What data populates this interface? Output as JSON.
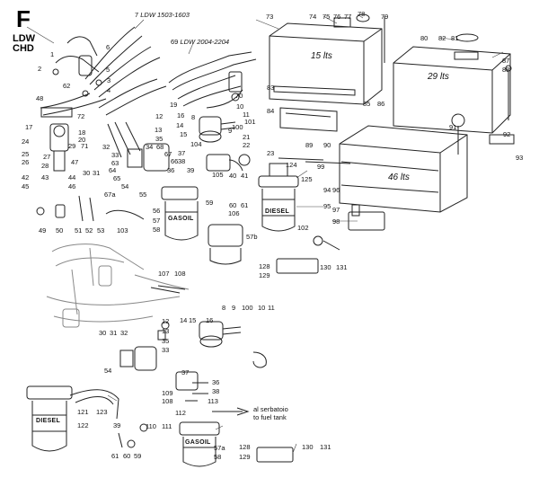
{
  "header": {
    "section_letter": "F",
    "model_line1": "LDW",
    "model_line2": "CHD"
  },
  "variants": {
    "ldw_1503_1603": "LDW 1503-1603",
    "ldw_2004_2204": "LDW 2004-2204"
  },
  "tanks": {
    "tank_15": "15 lts",
    "tank_29": "29 lts",
    "tank_46": "46 lts"
  },
  "brands": {
    "gasoil": "GASOIL",
    "diesel": "DIESEL"
  },
  "note": {
    "line1": "al serbatoio",
    "line2": "to fuel tank"
  },
  "part_numbers": [
    "1",
    "2",
    "3",
    "4",
    "5",
    "6",
    "7",
    "8",
    "9",
    "10",
    "11",
    "12",
    "13",
    "14",
    "15",
    "16",
    "17",
    "18",
    "19",
    "20",
    "21",
    "22",
    "23",
    "24",
    "25",
    "26",
    "27",
    "28",
    "29",
    "30",
    "31",
    "32",
    "33",
    "34",
    "35",
    "36",
    "37",
    "38",
    "39",
    "40",
    "41",
    "42",
    "43",
    "44",
    "45",
    "46",
    "47",
    "48",
    "49",
    "50",
    "51",
    "52",
    "53",
    "54",
    "55",
    "56",
    "57",
    "57a",
    "57b",
    "58",
    "59",
    "60",
    "61",
    "62",
    "63",
    "64",
    "65",
    "66",
    "67",
    "67a",
    "68",
    "69",
    "70",
    "71",
    "72",
    "73",
    "74",
    "75",
    "76",
    "77",
    "78",
    "79",
    "80",
    "81",
    "82",
    "83",
    "84",
    "85",
    "86",
    "87",
    "88",
    "89",
    "90",
    "91",
    "92",
    "93",
    "94",
    "95",
    "96",
    "97",
    "98",
    "99",
    "100",
    "101",
    "102",
    "103",
    "104",
    "105",
    "106",
    "107",
    "108",
    "109",
    "110",
    "111",
    "112",
    "113",
    "121",
    "122",
    "123",
    "124",
    "125",
    "128",
    "129",
    "130",
    "131"
  ]
}
